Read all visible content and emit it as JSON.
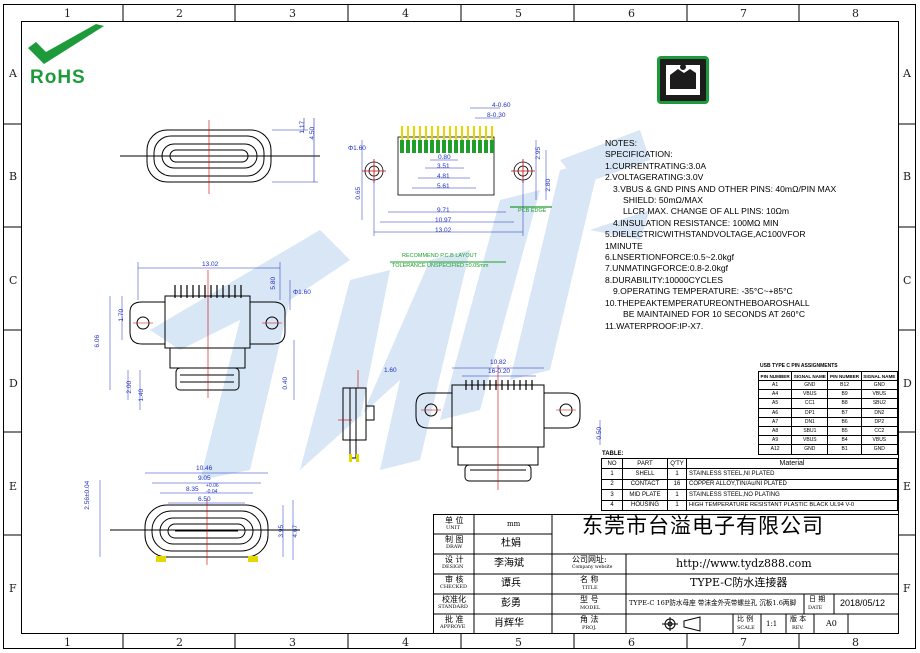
{
  "ruler": {
    "columns": [
      "1",
      "2",
      "3",
      "4",
      "5",
      "6",
      "7",
      "8"
    ],
    "rows": [
      "A",
      "B",
      "C",
      "D",
      "E",
      "F"
    ]
  },
  "logo": {
    "text": "RoHS"
  },
  "notes": {
    "lines": [
      "NOTES:",
      "SPECIFICATION:",
      "1.CURRENTRATING:3.0A",
      "2.VOLTAGERATING:3.0V",
      "3.VBUS & GND PINS AND OTHER PINS: 40mΩ/PIN MAX",
      "SHIELD: 50mΩ/MAX",
      "LLCR MAX. CHANGE OF ALL PINS: 10Ωm",
      "4.INSULATION RESISTANCE:  100MΩ MIN",
      "5.DIELECTRICWITHSTANDVOLTAGE,AC100VFOR",
      "1MINUTE",
      "6.LNSERTIONFORCE:0.5~2.0kgf",
      "7.UNMATINGFORCE:0.8-2.0kgf",
      "8.DURABILITY:10000CYCLES",
      "9.OPERATING TEMPERATURE: -35°C~+85°C",
      "10.THEPEAKTEMPERATUREONTHEBOAROSHALL",
      "BE MAINTAINED FOR 10 SECONDS AT 260°C",
      "11.WATERPROOF:IP-X7."
    ]
  },
  "pcb_labels": {
    "recommend": "RECOMMEND P.C.B LAYOUT",
    "tolerance": "TOLERANCE UNSPECIFIED ±0.05mm",
    "pcb_edge": "PCB EDGE"
  },
  "dims": {
    "d_4x060": "4-0.60",
    "d_8x030": "8-0.30",
    "d_160": "Φ1.60",
    "d_080": "0.80",
    "d_351": "3.51",
    "d_481": "4.81",
    "d_561": "5.61",
    "d_971": "9.71",
    "d_1097": "10.97",
    "d_1302": "13.02",
    "d_065": "0.65",
    "d_295": "2.95",
    "d_280": "2.80",
    "d_117": "1.17",
    "d_450": "4.50",
    "c_1302": "13.02",
    "c_170": "1.70",
    "c_606": "6.06",
    "c_200": "2.00",
    "c_140": "1.40",
    "c_160": "Φ1.60",
    "c_580": "5.80",
    "c_040": "0.40",
    "d2_160": "1.60",
    "d2_1082": "10.82",
    "d2_16020": "16-0.20",
    "d2_050": "0.50",
    "e_1046": "10.46",
    "e_905": "9.05",
    "e_835": "8.35",
    "e_835t": "+0.06",
    "e_835b": "-0.04",
    "e_650": "6.50",
    "e_256": "2.56±0.04",
    "e_395": "3.95",
    "e_467": "4.67"
  },
  "pin_table": {
    "caption": "USB TYPE C PIN ASSIGNMENTS",
    "headers": [
      "PIN NUMBER",
      "SIGNAL NAME",
      "PIN NUMBER",
      "SIGNAL NAME"
    ],
    "rows": [
      [
        "A1",
        "GND",
        "B12",
        "GND"
      ],
      [
        "A4",
        "VBUS",
        "B9",
        "VBUS"
      ],
      [
        "A5",
        "CC1",
        "B8",
        "SBU2"
      ],
      [
        "A6",
        "DP1",
        "B7",
        "DN2"
      ],
      [
        "A7",
        "DN1",
        "B6",
        "DP2"
      ],
      [
        "A8",
        "SBU1",
        "B5",
        "CC2"
      ],
      [
        "A9",
        "VBUS",
        "B4",
        "VBUS"
      ],
      [
        "A12",
        "GND",
        "B1",
        "GND"
      ]
    ]
  },
  "material_table": {
    "caption": "TABLE:",
    "headers": [
      "NO",
      "PART",
      "Q'TY",
      "Material"
    ],
    "rows": [
      [
        "1",
        "SHELL",
        "1",
        "STAINLESS STEEL,NI PLATED"
      ],
      [
        "2",
        "CONTACT",
        "16",
        "COPPER ALLOY,TIN/Au/NI PLATED"
      ],
      [
        "3",
        "MID PLATE",
        "1",
        "STAINLESS STEEL,NO PLATING"
      ],
      [
        "4",
        "HOUSING",
        "1",
        "HIGH TEMPERATURE RESISTANT PLASTIC BLACK UL94 V-0"
      ]
    ]
  },
  "title_block": {
    "company": "东莞市台溢电子有限公司",
    "website_label": "公司网址:",
    "website_label_en": "Company website",
    "website": "http://www.tydz888.com",
    "rows": [
      {
        "label": "单 位",
        "label_en": "UNIT",
        "value": "mm"
      },
      {
        "label": "制 图",
        "label_en": "DRAW",
        "value": "杜娟"
      },
      {
        "label": "设 计",
        "label_en": "DESIGN",
        "value": "李海斌"
      },
      {
        "label": "审 核",
        "label_en": "CHECKED",
        "value": "谭兵"
      },
      {
        "label": "校准化",
        "label_en": "STANDARD",
        "value": "彭勇"
      },
      {
        "label": "批 准",
        "label_en": "APPROVE",
        "value": "肖辉华"
      }
    ],
    "name_label": "名 称",
    "name_label_en": "TITLE",
    "name": "TYPE-C防水连接器",
    "model_label": "型 号",
    "model_label_en": "MODEL",
    "model": "TYPE-C 16P防水母座 带沫金外壳带螺丝孔 沉板1.6两脚",
    "date_label": "日 期",
    "date_label_en": "DATE",
    "date": "2018/05/12",
    "proj_label": "角 法",
    "proj_label_en": "PROJ.",
    "scale_label": "比 例",
    "scale_label_en": "SCALE",
    "scale": "1:1",
    "rev_label": "版 本",
    "rev_label_en": "REV.",
    "rev": "A0"
  },
  "colors": {
    "watermark": "#6fa8dc",
    "accent_yellow": "#e5d800",
    "pcb_green": "#1f9e2a",
    "dim_blue": "#2030c0",
    "rohs_green": "#1d9b3a"
  }
}
